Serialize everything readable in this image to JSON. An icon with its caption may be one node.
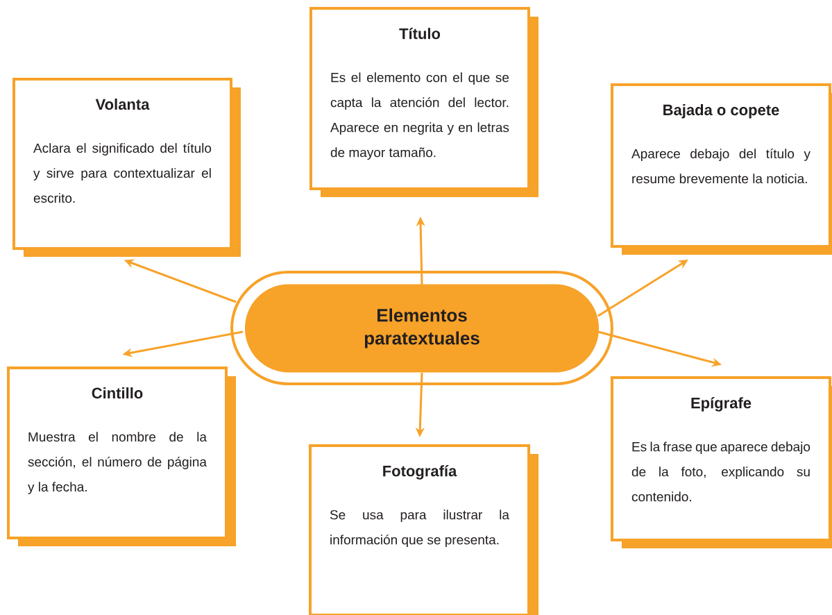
{
  "diagram": {
    "nodes": [
      {
        "text": [
          "Elementos paratextuales"
        ]
      },
      {
        "text": [
          "Título",
          "Es el elemento con el que se capta la atención del lector. Aparece en negrita y en letras de mayor tamaño."
        ]
      },
      {
        "text": [
          "Volanta",
          "Aclara el significado del título y sirve para contextualizar el escrito."
        ]
      },
      {
        "text": [
          "Bajada o copete",
          "Aparece debajo del título y resume brevemente la noticia."
        ]
      },
      {
        "text": [
          "Cintillo",
          "Muestra el nombre de la sección, el número de página y la fecha."
        ]
      },
      {
        "text": [
          "Fotografía",
          "Se usa para ilustrar la información que se presenta."
        ]
      },
      {
        "text": [
          "Epígrafe",
          "Es la frase que aparece debajo de la foto, explicando su contenido."
        ]
      }
    ],
    "edges": [
      {
        "from": 0,
        "to": 1,
        "arrow": "to"
      },
      {
        "from": 0,
        "to": 2,
        "arrow": "to"
      },
      {
        "from": 0,
        "to": 3,
        "arrow": "to"
      },
      {
        "from": 0,
        "to": 4,
        "arrow": "to"
      },
      {
        "from": 0,
        "to": 5,
        "arrow": "to"
      },
      {
        "from": 0,
        "to": 6,
        "arrow": "to"
      }
    ]
  }
}
